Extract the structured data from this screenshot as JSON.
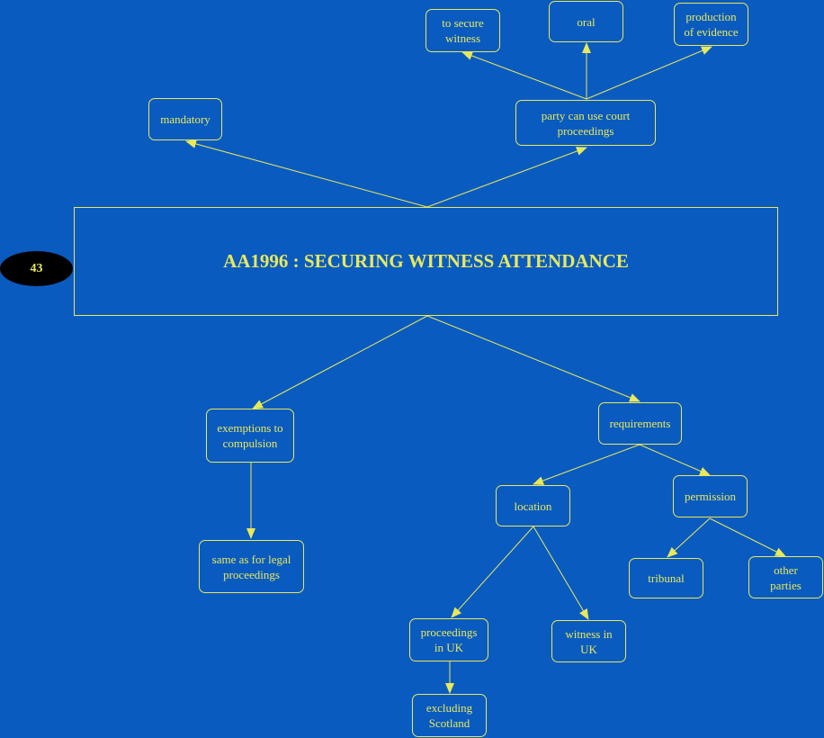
{
  "badge": "43",
  "title": "AA1996 : SECURING WITNESS ATTENDANCE",
  "nodes": {
    "mandatory": "mandatory",
    "party": "party can use court\nproceedings",
    "to_secure": "to secure\nwitness",
    "oral": "oral",
    "production": "production\nof evidence",
    "exemptions": "exemptions to\ncompulsion",
    "same_as": "same as for legal\nproceedings",
    "requirements": "requirements",
    "location": "location",
    "permission": "permission",
    "tribunal": "tribunal",
    "other_parties": "other\nparties",
    "proceedings_uk": "proceedings\nin UK",
    "witness_uk": "witness in\nUK",
    "excluding_scotland": "excluding\nScotland"
  },
  "colors": {
    "background": "#0a5bc0",
    "line": "#e8e85a",
    "badge": "#000000"
  }
}
